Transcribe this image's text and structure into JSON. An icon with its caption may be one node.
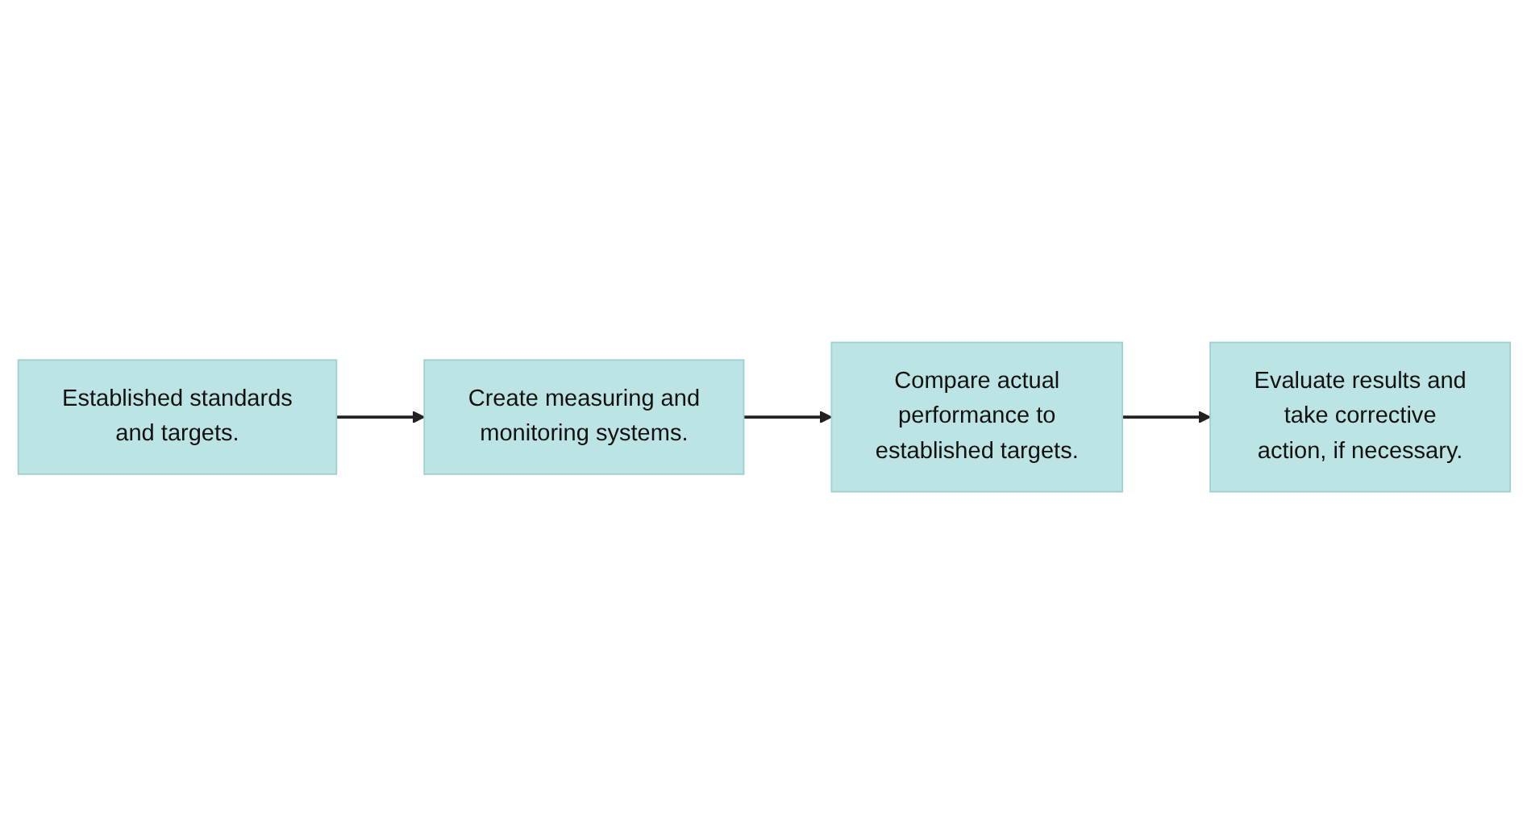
{
  "diagram": {
    "nodes": [
      {
        "text": [
          "Established standards and targets."
        ]
      },
      {
        "text": [
          "Create measuring and monitoring systems."
        ]
      },
      {
        "text": [
          "Compare actual performance to established targets."
        ]
      },
      {
        "text": [
          "Evaluate results and take corrective action, if necessary."
        ]
      }
    ],
    "edges": [
      {
        "from": 0,
        "to": 1,
        "arrow": "to"
      },
      {
        "from": 1,
        "to": 2,
        "arrow": "to"
      },
      {
        "from": 2,
        "to": 3,
        "arrow": "to"
      }
    ]
  }
}
